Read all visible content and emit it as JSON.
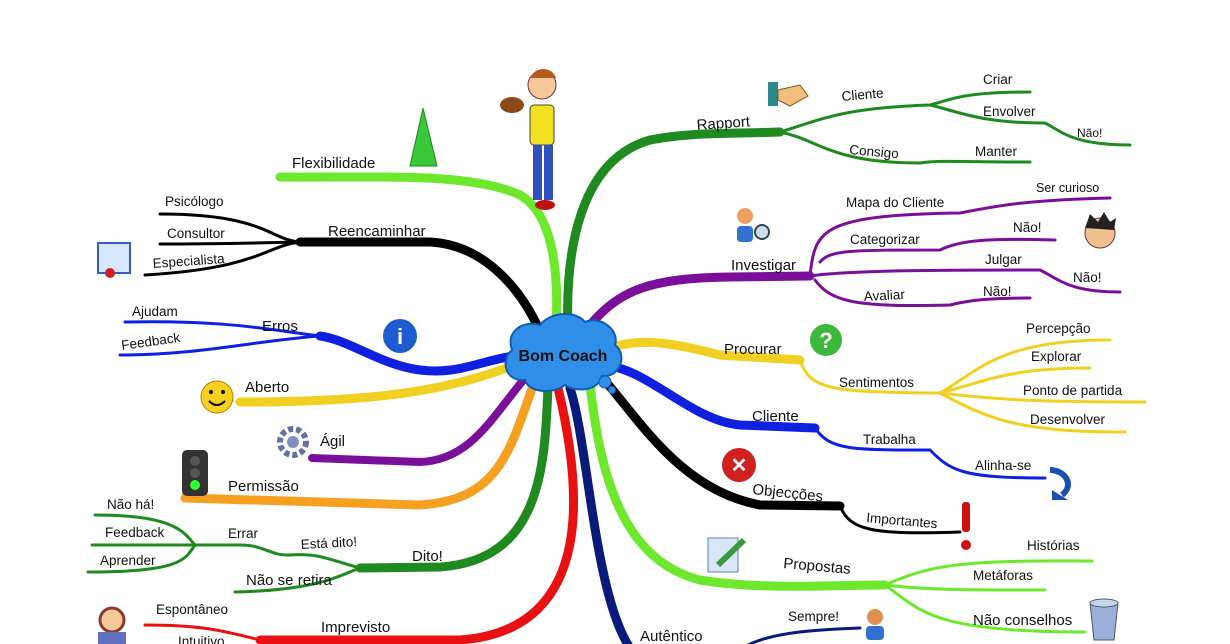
{
  "center": {
    "label": "Bom Coach"
  },
  "colors": {
    "cloud": "#2f8fe8",
    "lightgreen": "#6ee82c",
    "darkgreen": "#1f8a1f",
    "black": "#000000",
    "blue": "#1020e0",
    "yellow": "#f0d020",
    "purple": "#7a0f9a",
    "orange": "#f5a020",
    "red": "#e81010",
    "navy": "#0a1a7a"
  },
  "left": {
    "flexibilidade": "Flexibilidade",
    "reencaminhar": {
      "label": "Reencaminhar",
      "children": [
        "Psicólogo",
        "Consultor",
        "Especialista"
      ]
    },
    "erros": {
      "label": "Erros",
      "children": [
        "Ajudam",
        "Feedback"
      ]
    },
    "aberto": "Aberto",
    "agil": "Ágil",
    "permissao": "Permissão",
    "dito": {
      "label": "Dito!",
      "esta_dito": "Está dito!",
      "errar": "Errar",
      "errar_children": [
        "Não há!",
        "Feedback",
        "Aprender"
      ],
      "nao_se_retira": "Não se retira"
    },
    "imprevisto": {
      "label": "Imprevisto",
      "children": [
        "Espontâneo",
        "Intuitivo"
      ]
    }
  },
  "right": {
    "rapport": {
      "label": "Rapport",
      "cliente": "Cliente",
      "cliente_children": [
        "Criar",
        "Envolver",
        "Não!"
      ],
      "consigo": "Consigo",
      "manter": "Manter"
    },
    "investigar": {
      "label": "Investigar",
      "mapa": "Mapa do Cliente",
      "ser_curioso": "Ser curioso",
      "categorizar": "Categorizar",
      "nao1": "Não!",
      "julgar": "Julgar",
      "nao2": "Não!",
      "avaliar": "Avaliar",
      "nao3": "Não!"
    },
    "procurar": {
      "label": "Procurar",
      "sentimentos": "Sentimentos",
      "children": [
        "Percepção",
        "Explorar",
        "Ponto de partida",
        "Desenvolver"
      ]
    },
    "cliente": {
      "label": "Cliente",
      "trabalha": "Trabalha",
      "alinha": "Alinha-se"
    },
    "objeccoes": {
      "label": "Objecções",
      "importantes": "Importantes"
    },
    "propostas": {
      "label": "Propostas",
      "children": [
        "Histórias",
        "Metáforas",
        "Não conselhos"
      ]
    },
    "autentico": {
      "label": "Autêntico",
      "sempre": "Sempre!"
    }
  }
}
